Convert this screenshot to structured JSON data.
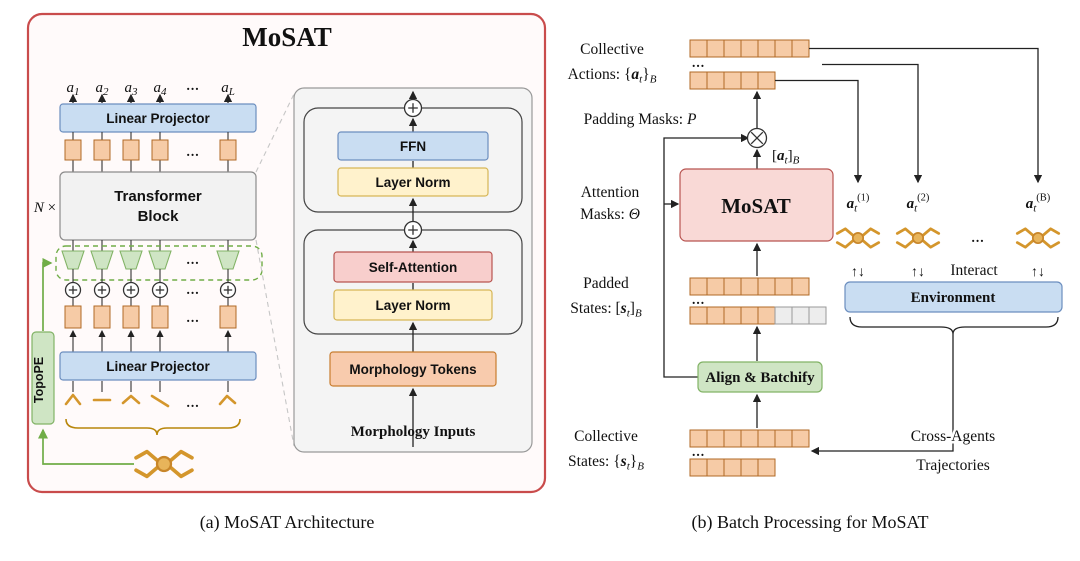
{
  "figure": {
    "caption_a": "(a) MoSAT Architecture",
    "caption_b": "(b) Batch Processing for MoSAT"
  },
  "panel_a": {
    "title": "MoSAT",
    "dots": "...",
    "outputs": [
      {
        "v": "a",
        "s": "1"
      },
      {
        "v": "a",
        "s": "2"
      },
      {
        "v": "a",
        "s": "3"
      },
      {
        "v": "a",
        "s": "4"
      },
      {
        "v": "a",
        "s": "L"
      }
    ],
    "linear_projector_top": "Linear Projector",
    "transformer_line1": "Transformer",
    "transformer_line2": "Block",
    "n_var": "N",
    "n_times": " ×",
    "linear_projector_bottom": "Linear Projector",
    "topope": "TopoPE",
    "detail": {
      "ffn": "FFN",
      "layer_norm_top": "Layer Norm",
      "self_attention": "Self-Attention",
      "layer_norm_bottom": "Layer Norm",
      "morphology_tokens": "Morphology Tokens",
      "morphology_inputs": "Morphology Inputs"
    }
  },
  "panel_b": {
    "dots": "...",
    "collective_actions": {
      "line1": "Collective",
      "prefix": "Actions: {",
      "var": "a",
      "sub": "t",
      "close": "}",
      "batch": "B"
    },
    "padding_masks": {
      "label": "Padding Masks: ",
      "var": "P"
    },
    "attention_masks": {
      "line1": "Attention",
      "label": "Masks: ",
      "var": "Θ"
    },
    "batched_actions": {
      "open": "[",
      "var": "a",
      "sub": "t",
      "close": "]",
      "batch": "B"
    },
    "mosat": "MoSAT",
    "padded_states": {
      "line1": "Padded",
      "prefix": "States: [",
      "var": "s",
      "sub": "t",
      "close": "]",
      "batch": "B"
    },
    "align_batchify": "Align & Batchify",
    "collective_states": {
      "line1": "Collective",
      "prefix": "States: {",
      "var": "s",
      "sub": "t",
      "close": "}",
      "batch": "B"
    },
    "cross_agents_line1": "Cross-Agents",
    "cross_agents_line2": "Trajectories",
    "environment": "Environment",
    "interact": "Interact",
    "interact_arrows": "↑↓",
    "agents": [
      {
        "var": "a",
        "sub": "t",
        "sup": "(1)"
      },
      {
        "var": "a",
        "sub": "t",
        "sup": "(2)"
      },
      {
        "var": "a",
        "sub": "t",
        "sup": "(B)"
      }
    ],
    "strips": {
      "actions": [
        {
          "orange": 7,
          "pad": 0
        },
        {
          "orange": 5,
          "pad": 0
        }
      ],
      "padded": [
        {
          "orange": 7,
          "pad": 0
        },
        {
          "orange": 5,
          "pad": 3
        }
      ],
      "states": [
        {
          "orange": 7,
          "pad": 0
        },
        {
          "orange": 5,
          "pad": 0
        }
      ]
    }
  },
  "colors": {
    "panel_border": "#C94C4C",
    "box_blue": "#C9DDF2",
    "box_yellow": "#FFF2CC",
    "box_pink": "#F8CECC",
    "box_orange": "#F6CBA6",
    "box_green": "#CFE5C4",
    "box_gray": "#F2F2F2",
    "robot_orange": "#D4962C",
    "mask_green": "#70AD47"
  }
}
